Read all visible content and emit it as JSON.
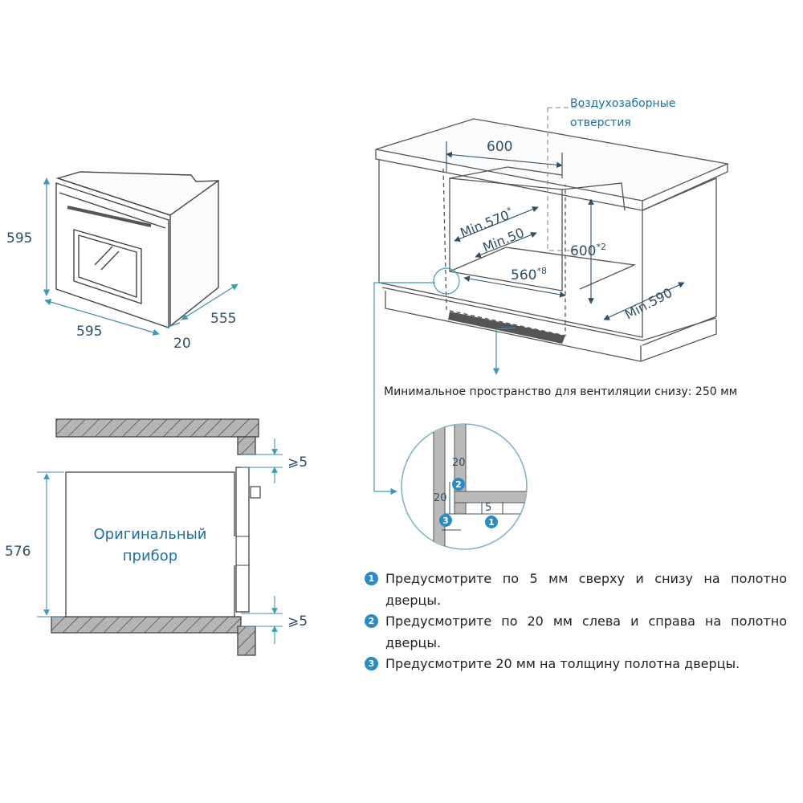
{
  "oven": {
    "height": "595",
    "width": "595",
    "depth": "555",
    "front": "20"
  },
  "cabinet": {
    "air_intake_line1": "Воздухозаборные",
    "air_intake_line2": "отверстия",
    "dim_600_top": "600",
    "dim_min570": "Min.570",
    "dim_min570_sup": "*",
    "dim_min50": "Min.50",
    "dim_600_side": "600",
    "dim_600_side_sup": "*2",
    "dim_560": "560",
    "dim_560_sup": "*8",
    "dim_min590": "Min.590",
    "ventilation_caption": "Минимальное пространство для вентиляции снизу: 250 мм"
  },
  "detail": {
    "label_20_top": "20",
    "label_20_left": "20",
    "label_5": "5",
    "marker_1": "1",
    "marker_2": "2",
    "marker_3": "3"
  },
  "section": {
    "height": "576",
    "gap_top": "⩾5",
    "gap_bottom": "⩾5",
    "appliance_line1": "Оригинальный",
    "appliance_line2": "прибор"
  },
  "notes": [
    {
      "num": "1",
      "text": "Предусмотрите по 5 мм сверху и снизу на полотно дверцы."
    },
    {
      "num": "2",
      "text": "Предусмотрите по 20 мм слева и справа на полотно дверцы."
    },
    {
      "num": "3",
      "text": "Предусмотрите 20 мм на толщину полотна дверцы."
    }
  ],
  "colors": {
    "dimension_text": "#2f4f67",
    "accent_blue": "#1d6fa3",
    "marker_blue": "#2b8bc4",
    "leader_teal": "#3d9cb3",
    "hatch_gray": "#a8a8a8"
  }
}
